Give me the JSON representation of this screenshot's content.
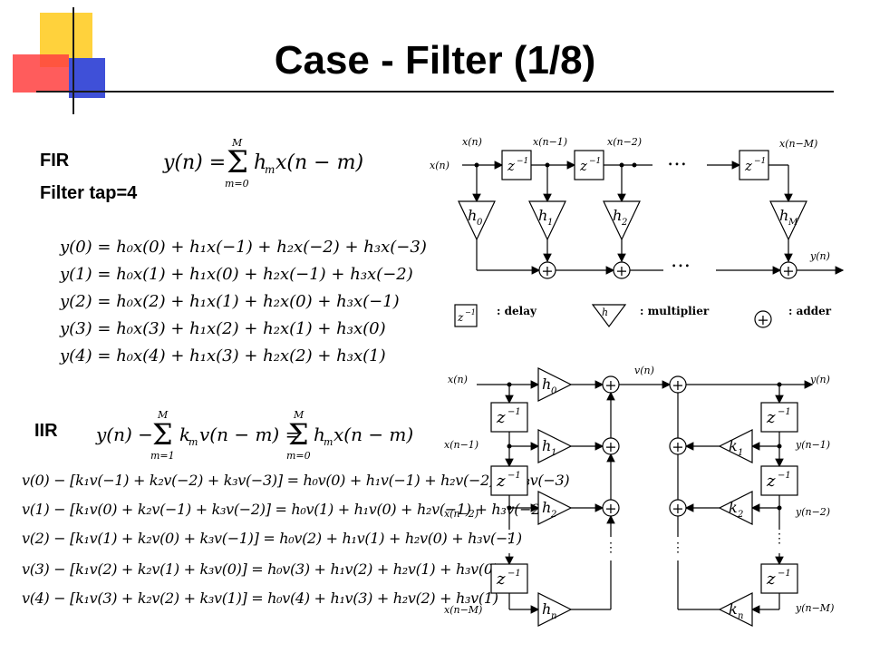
{
  "title": "Case - Filter (1/8)",
  "fir": {
    "label": "FIR",
    "tap_label": "Filter tap=4",
    "formula": "y(n) = Σ_{m=0}^{M} h_m x(n − m)",
    "equations": [
      "y(0) = h₀x(0) + h₁x(−1) + h₂x(−2) + h₃x(−3)",
      "y(1) = h₀x(1) + h₁x(0) + h₂x(−1) + h₃x(−2)",
      "y(2) = h₀x(2) + h₁x(1) + h₂x(0) + h₃x(−1)",
      "y(3) = h₀x(3) + h₁x(2) + h₂x(1) + h₃x(0)",
      "y(4) = h₀x(4) + h₁x(3) + h₂x(2) + h₃x(1)"
    ]
  },
  "iir": {
    "label": "IIR",
    "formula": "y(n) − Σ_{m=1}^{M} k_m v(n − m) = Σ_{m=0}^{M} h_m x(n − m)",
    "equations": [
      "v(0) − [k₁v(−1) + k₂v(−2) + k₃v(−3)] = h₀v(0) + h₁v(−1) + h₂v(−2) + h₃v(−3)",
      "v(1) − [k₁v(0) + k₂v(−1) + k₃v(−2)] = h₀v(1) + h₁v(0) + h₂v(−1) + h₃v(−2)",
      "v(2) − [k₁v(1) + k₂v(0) + k₃v(−1)] = h₀v(2) + h₁v(1) + h₂v(0) + h₃v(−1)",
      "v(3) − [k₁v(2) + k₂v(1) + k₃v(0)] = h₀v(3) + h₁v(2) + h₂v(1) + h₃v(0)",
      "v(4) − [k₁v(3) + k₂v(2) + k₃v(1)] = h₀v(4) + h₁v(3) + h₂v(2) + h₃v(1)"
    ]
  },
  "fir_diagram": {
    "signals": [
      "x(n)",
      "x(n)",
      "x(n−1)",
      "x(n−2)",
      "x(n−M)",
      "y(n)"
    ],
    "delay": "z",
    "delay_exp": "−1",
    "taps": [
      {
        "h": "h",
        "sub": "0"
      },
      {
        "h": "h",
        "sub": "1"
      },
      {
        "h": "h",
        "sub": "2"
      },
      {
        "h": "h",
        "sub": "M"
      }
    ],
    "ellipsis": "…",
    "adder": "+"
  },
  "legend": {
    "delay": ": delay",
    "multiplier": ": multiplier",
    "adder": ": adder",
    "mult_symbol": "h"
  },
  "iir_diagram": {
    "v_label": "v(n)",
    "y_labels": [
      "y(n)",
      "y(n−1)",
      "y(n−2)",
      "y(n−M)"
    ],
    "x_labels": [
      "x(n)",
      "x(n−1)",
      "x(n−2)",
      "x(n−M)"
    ],
    "h_gains": [
      {
        "h": "h",
        "sub": "0"
      },
      {
        "h": "h",
        "sub": "1"
      },
      {
        "h": "h",
        "sub": "2"
      },
      {
        "h": "h",
        "sub": "n"
      }
    ],
    "k_gains": [
      {
        "k": "k",
        "sub": "1"
      },
      {
        "k": "k",
        "sub": "2"
      },
      {
        "k": "k",
        "sub": "n"
      }
    ],
    "dots": "⋮"
  },
  "colors": {
    "yellow": "#ffd23c",
    "red": "#ff4040",
    "blue": "#3f50d8",
    "line": "#000000"
  }
}
